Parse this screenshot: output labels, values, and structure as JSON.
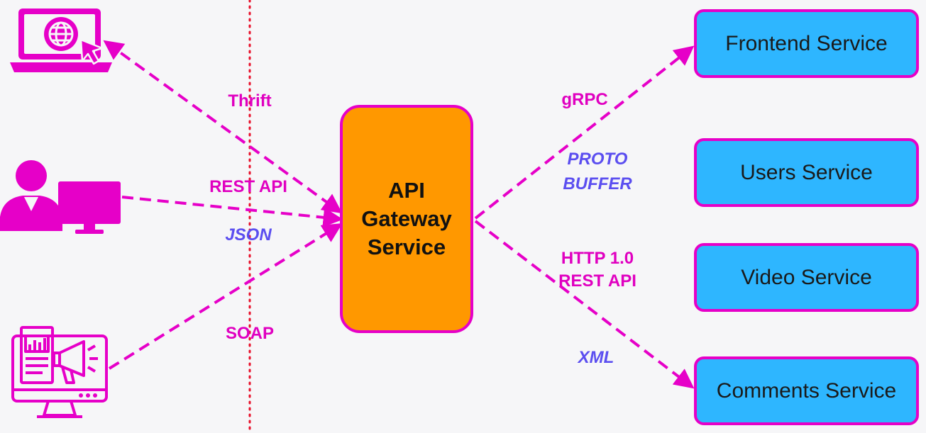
{
  "gateway": {
    "lines": [
      "API",
      "Gateway",
      "Service"
    ]
  },
  "services": [
    {
      "label": "Frontend Service"
    },
    {
      "label": "Users Service"
    },
    {
      "label": "Video Service"
    },
    {
      "label": "Comments Service"
    }
  ],
  "clients": [
    {
      "icon": "laptop-globe-icon"
    },
    {
      "icon": "user-desktop-icon"
    },
    {
      "icon": "marketing-monitor-icon"
    }
  ],
  "left_labels": {
    "thrift": "Thrift",
    "rest_api": "REST API",
    "json": "JSON",
    "soap": "SOAP"
  },
  "right_labels": {
    "grpc": "gRPC",
    "proto": "PROTO",
    "buffer": "BUFFER",
    "http": "HTTP 1.0",
    "rest_api": "REST API",
    "xml": "XML"
  },
  "colors": {
    "accent": "#e600c8",
    "gateway_fill": "#ff9800",
    "service_fill": "#2eb6ff",
    "format_text": "#5b4ef0",
    "divider": "#e8102a",
    "background": "#f6f6f8"
  }
}
